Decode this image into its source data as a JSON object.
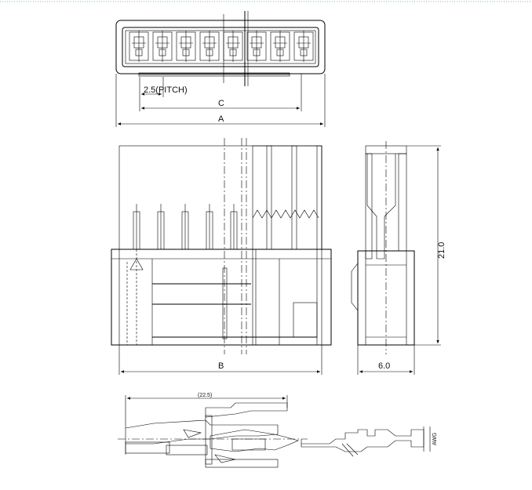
{
  "dimensions": {
    "pitch": "2.5(PITCH)",
    "c": "C",
    "a": "A",
    "b": "B",
    "height": "21.0",
    "width": "6.0",
    "length": "(22.5)",
    "awg": "AWG"
  },
  "colors": {
    "line": "#000000",
    "hatch": "#000000",
    "border_top": "#7fb8c8"
  }
}
